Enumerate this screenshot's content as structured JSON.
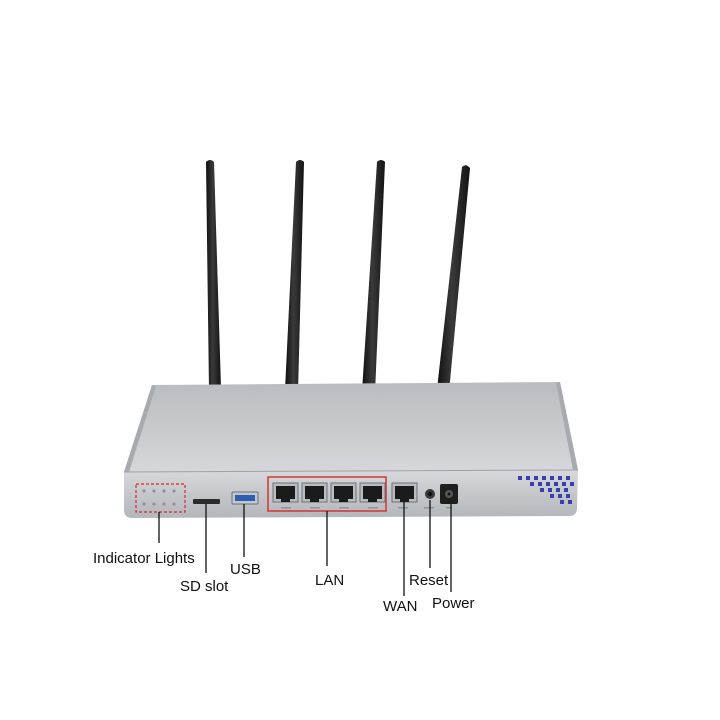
{
  "callouts": {
    "indicator_lights": "Indicator Lights",
    "sd_slot": "SD slot",
    "usb": "USB",
    "lan": "LAN",
    "wan": "WAN",
    "reset": "Reset",
    "power": "Power"
  },
  "colors": {
    "background": "#ffffff",
    "chassis": "#c9cbce",
    "antenna": "#1c1c1c",
    "highlight_box": "#d62a2a",
    "callout_line": "#111111",
    "usb_port": "#2a5fb0",
    "logo_dots": "#3a3fb0"
  }
}
